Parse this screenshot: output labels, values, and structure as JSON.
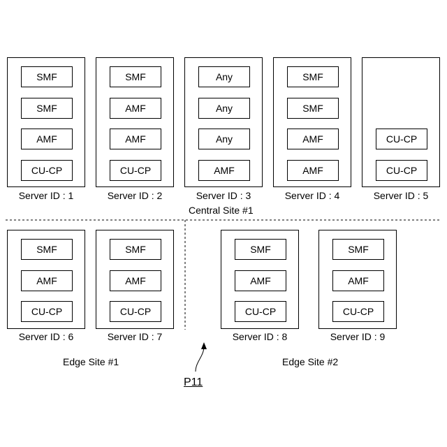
{
  "central": {
    "label": "Central Site #1",
    "servers": [
      {
        "id_label": "Server ID : 1",
        "functions": [
          "SMF",
          "SMF",
          "AMF",
          "CU-CP"
        ]
      },
      {
        "id_label": "Server ID : 2",
        "functions": [
          "SMF",
          "AMF",
          "AMF",
          "CU-CP"
        ]
      },
      {
        "id_label": "Server ID : 3",
        "functions": [
          "Any",
          "Any",
          "Any",
          "AMF"
        ]
      },
      {
        "id_label": "Server ID : 4",
        "functions": [
          "SMF",
          "SMF",
          "AMF",
          "AMF"
        ]
      },
      {
        "id_label": "Server ID : 5",
        "functions": [
          "CU-CP",
          "CU-CP"
        ]
      }
    ]
  },
  "edge1": {
    "label": "Edge Site #1",
    "servers": [
      {
        "id_label": "Server ID : 6",
        "functions": [
          "SMF",
          "AMF",
          "CU-CP"
        ]
      },
      {
        "id_label": "Server ID : 7",
        "functions": [
          "SMF",
          "AMF",
          "CU-CP"
        ]
      }
    ]
  },
  "edge2": {
    "label": "Edge Site #2",
    "servers": [
      {
        "id_label": "Server ID : 8",
        "functions": [
          "SMF",
          "AMF",
          "CU-CP"
        ]
      },
      {
        "id_label": "Server ID : 9",
        "functions": [
          "SMF",
          "AMF",
          "CU-CP"
        ]
      }
    ]
  },
  "reference": "P11"
}
